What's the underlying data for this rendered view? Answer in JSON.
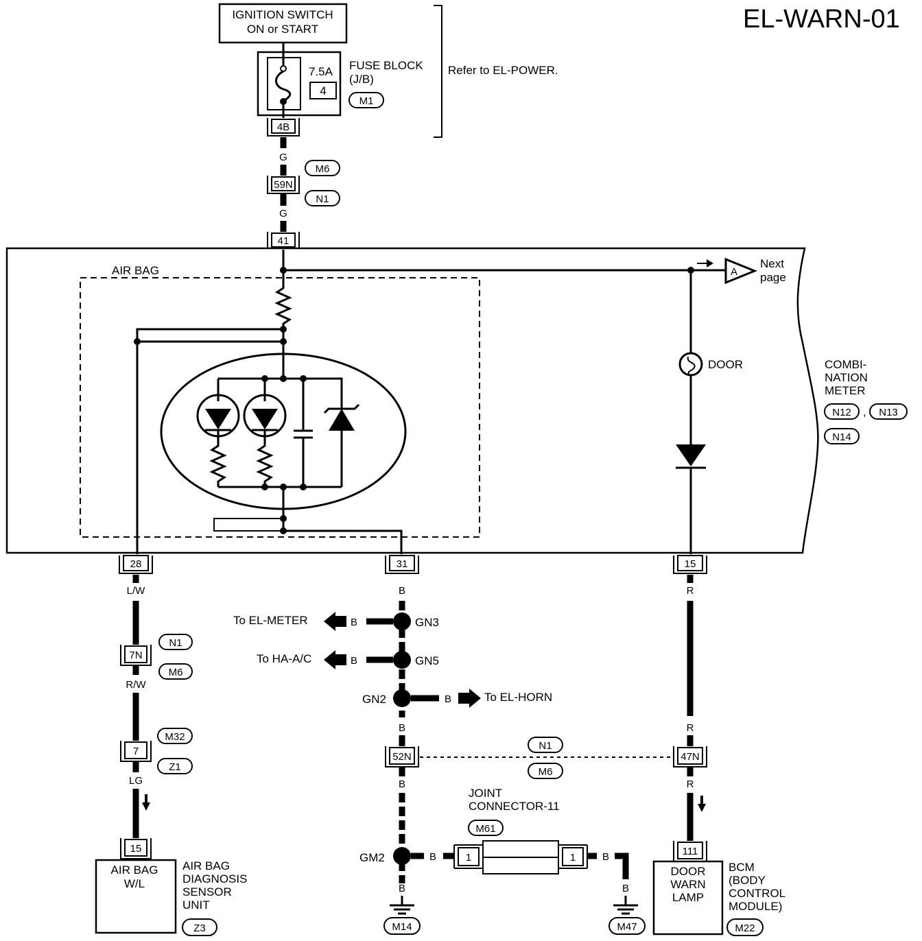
{
  "title": "EL-WARN-01",
  "ignition": {
    "line1": "IGNITION SWITCH",
    "line2": "ON or START"
  },
  "fuse": {
    "amp": "7.5A",
    "num": "4",
    "name": "FUSE BLOCK",
    "sub": "(J/B)",
    "code": "M1",
    "connector": "4B"
  },
  "refer": "Refer to EL-POWER.",
  "wires": {
    "g": "G",
    "lw": "L/W",
    "rw": "R/W",
    "lg": "LG",
    "b": "B",
    "r": "R"
  },
  "connectors": {
    "c59n": "59N",
    "c41": "41",
    "c28": "28",
    "c31": "31",
    "c15": "15",
    "c7n": "7N",
    "c7": "7",
    "c52n": "52N",
    "c47n": "47N",
    "c15b": "15",
    "c111": "111",
    "c1a": "1",
    "c1b": "1"
  },
  "codes": {
    "m6a": "M6",
    "n1a": "N1",
    "n1b": "N1",
    "m6b": "M6",
    "m32": "M32",
    "z1": "Z1",
    "n1c": "N1",
    "m6c": "M6",
    "m61": "M61",
    "m14": "M14",
    "m47": "M47",
    "m22": "M22",
    "z3": "Z3",
    "n12": "N12",
    "n13": "N13",
    "n14": "N14"
  },
  "airbag_label": "AIR BAG",
  "door_label": "DOOR",
  "next": {
    "marker": "A",
    "line1": "Next",
    "line2": "page"
  },
  "combi": {
    "l1": "COMBI-",
    "l2": "NATION",
    "l3": "METER",
    "comma": ","
  },
  "splices": {
    "gn3": "GN3",
    "gn5": "GN5",
    "gn2": "GN2",
    "gm2": "GM2"
  },
  "destinations": {
    "meter": "To EL-METER",
    "hac": "To HA-A/C",
    "horn": "To EL-HORN"
  },
  "joint": {
    "l1": "JOINT",
    "l2": "CONNECTOR-11"
  },
  "airbag_unit": {
    "l1": "AIR BAG",
    "l2": "W/L",
    "n1": "AIR BAG",
    "n2": "DIAGNOSIS",
    "n3": "SENSOR",
    "n4": "UNIT"
  },
  "bcm": {
    "l1": "DOOR",
    "l2": "WARN",
    "l3": "LAMP",
    "n1": "BCM",
    "n2": "(BODY",
    "n3": "CONTROL",
    "n4": "MODULE)"
  }
}
